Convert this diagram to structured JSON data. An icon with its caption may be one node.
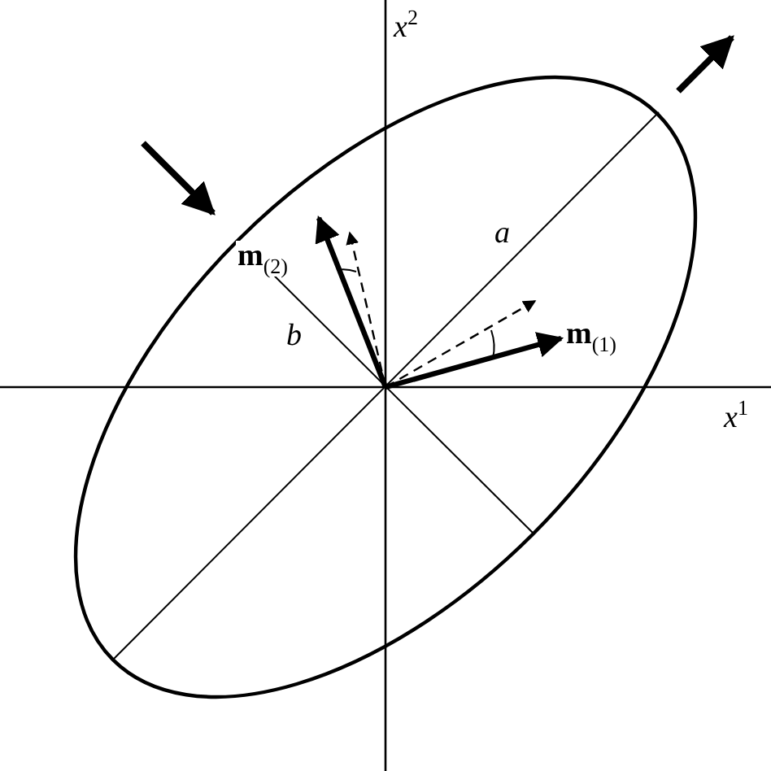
{
  "diagram": {
    "labels": [
      "x$^{2}$",
      "x$^{1}$",
      "a",
      "b",
      "**m**$_{(2)}$",
      "**m**$_{(1)}$"
    ]
  }
}
